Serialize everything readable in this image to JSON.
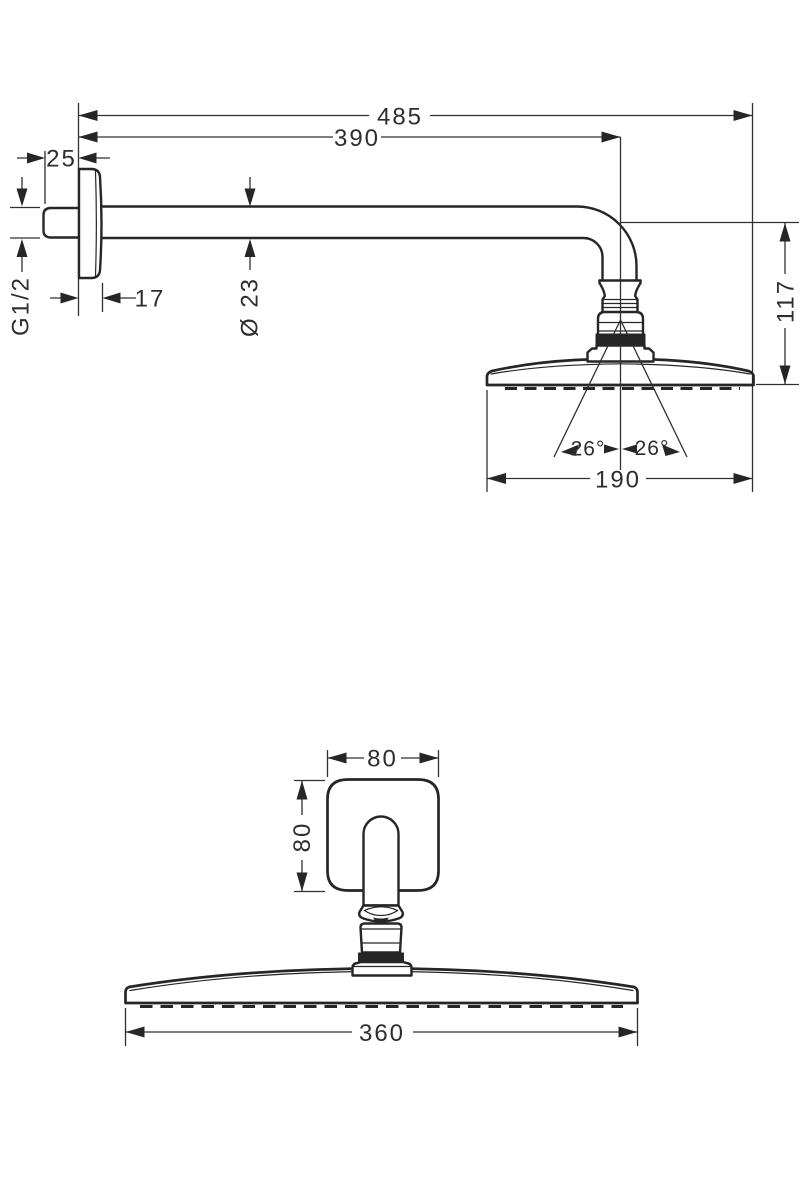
{
  "drawing": {
    "background": "#ffffff",
    "line_color": "#262626",
    "views": {
      "side_view": {
        "dimensions": {
          "overall_reach": "485",
          "arm_reach": "390",
          "wall_stub_length": "25",
          "thread_size": "G1/2",
          "escutcheon_depth": "17",
          "arm_diameter": "Ø 23",
          "head_height": "117",
          "spray_angle_left": "26°",
          "spray_angle_right": "26°",
          "head_depth": "190"
        }
      },
      "front_view": {
        "dimensions": {
          "escutcheon_width": "80",
          "escutcheon_height": "80",
          "head_width": "360"
        }
      }
    }
  }
}
